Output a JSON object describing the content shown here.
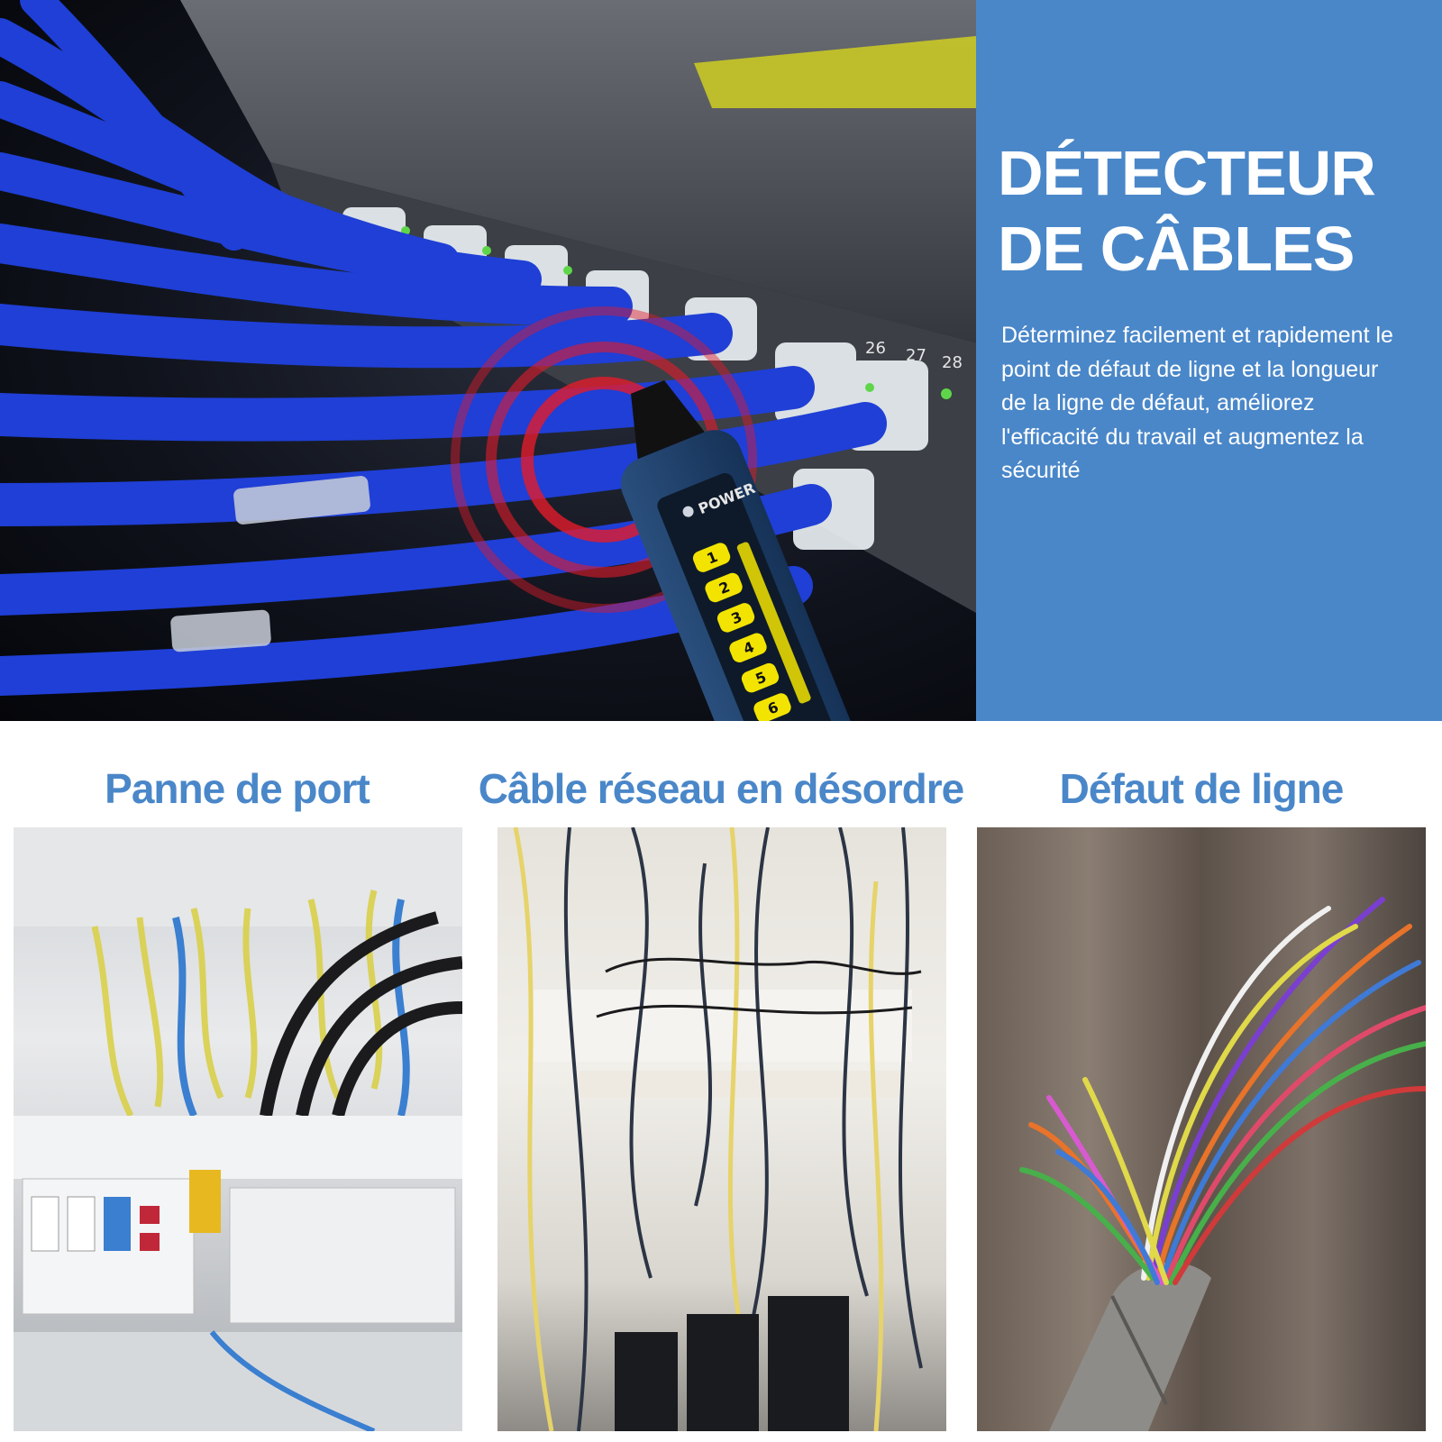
{
  "hero": {
    "title_line1": "DÉTECTEUR",
    "title_line2": "DE CÂBLES",
    "description": "Déterminez facilement et rapidement le point de défaut de ligne et la longueur de la ligne de défaut, améliorez l'efficacité du travail et augmentez la sécurité",
    "device": {
      "power_label": "POWER",
      "level_numbers": [
        "1",
        "2",
        "3",
        "4",
        "5",
        "6"
      ]
    },
    "port_labels": [
      "26",
      "27",
      "28"
    ]
  },
  "scenarios": [
    {
      "caption": "Panne de port",
      "photo_icon": "electrical-panel-photo"
    },
    {
      "caption": "Câble réseau en désordre",
      "photo_icon": "messy-network-cables-photo"
    },
    {
      "caption": "Défaut de ligne",
      "photo_icon": "stripped-multicore-cable-photo"
    }
  ],
  "colors": {
    "accent_blue": "#4a87c9",
    "cable_blue": "#1f3fd6",
    "signal_red": "#e21b2a",
    "led_yellow": "#f2e400",
    "device_navy": "#1e3a5f"
  }
}
